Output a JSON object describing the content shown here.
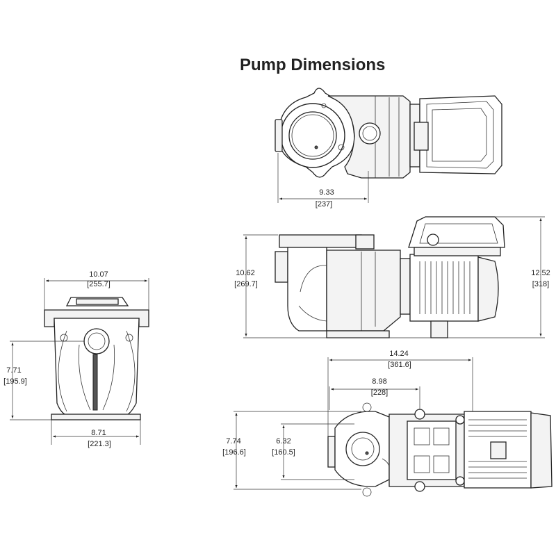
{
  "title": "Pump Dimensions",
  "views": {
    "top": {
      "width": {
        "in": "9.33",
        "mm": "[237]"
      }
    },
    "side": {
      "height_inlet": {
        "in": "10.62",
        "mm": "[269.7]"
      },
      "height_total": {
        "in": "12.52",
        "mm": "[318]"
      }
    },
    "front": {
      "width_top": {
        "in": "10.07",
        "mm": "[255.7]"
      },
      "height_inlet": {
        "in": "7.71",
        "mm": "[195.9]"
      },
      "width_base": {
        "in": "8.71",
        "mm": "[221.3]"
      }
    },
    "bottom": {
      "length_total": {
        "in": "14.24",
        "mm": "[361.6]"
      },
      "length_mount": {
        "in": "8.98",
        "mm": "[228]"
      },
      "width_total": {
        "in": "7.74",
        "mm": "[196.6]"
      },
      "width_mount": {
        "in": "6.32",
        "mm": "[160.5]"
      }
    }
  }
}
